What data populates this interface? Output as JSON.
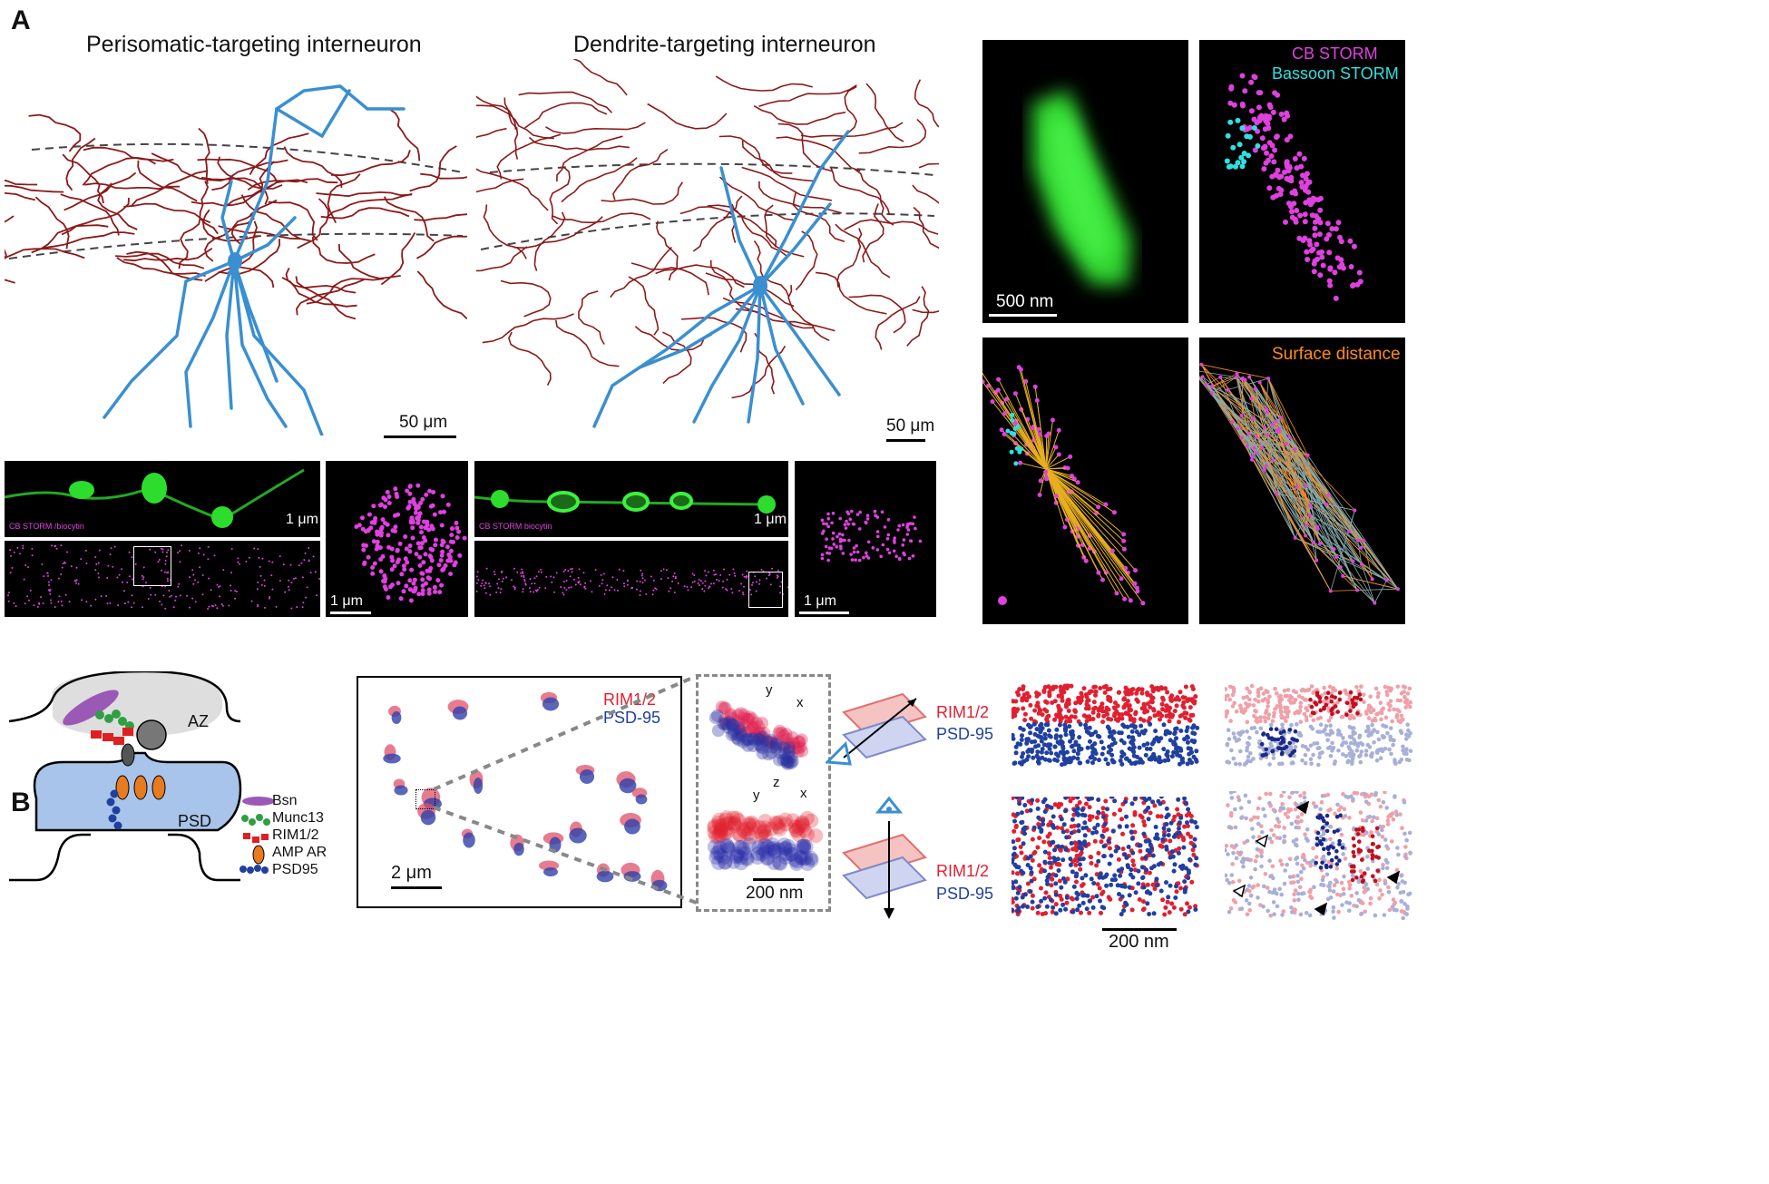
{
  "panels": {
    "a": "A",
    "b": "B"
  },
  "panel_a": {
    "perisomatic_title": "Perisomatic-targeting  interneuron",
    "dendrite_title": "Dendrite-targeting interneuron",
    "scale_50um": "50  μm",
    "scale_1um": "1 μm",
    "cb_storm_biocytin_1": "CB   STORM  /biocytin",
    "cb_storm_biocytin_2": "CB   STORM   biocytin",
    "scale_500nm": "500 nm",
    "cb_storm": "CB    STORM",
    "bassoon_storm": "Bassoon STORM",
    "surface_distance": "Surface distance",
    "colors": {
      "axon": "#8b1a1a",
      "dendrite": "#3a8fd0",
      "cb": "#e040e0",
      "bassoon": "#30e0e0",
      "green": "#33ee33",
      "surface": "#ff8c1a"
    }
  },
  "panel_b": {
    "schematic": {
      "az": "AZ",
      "psd": "PSD",
      "legend": [
        "Bsn",
        "Munc13",
        "RIM1/2",
        "AMP AR",
        "PSD95"
      ]
    },
    "rim": "RIM1/2",
    "psd95": "PSD-95",
    "scale_2um": "2 μm",
    "scale_200nm": "200 nm",
    "axes_top": {
      "y": "y",
      "x": "x"
    },
    "axes_bottom": {
      "z": "z",
      "y": "y",
      "x": "x"
    },
    "colors": {
      "rim": "#e02030",
      "psd95": "#2040a0"
    }
  }
}
